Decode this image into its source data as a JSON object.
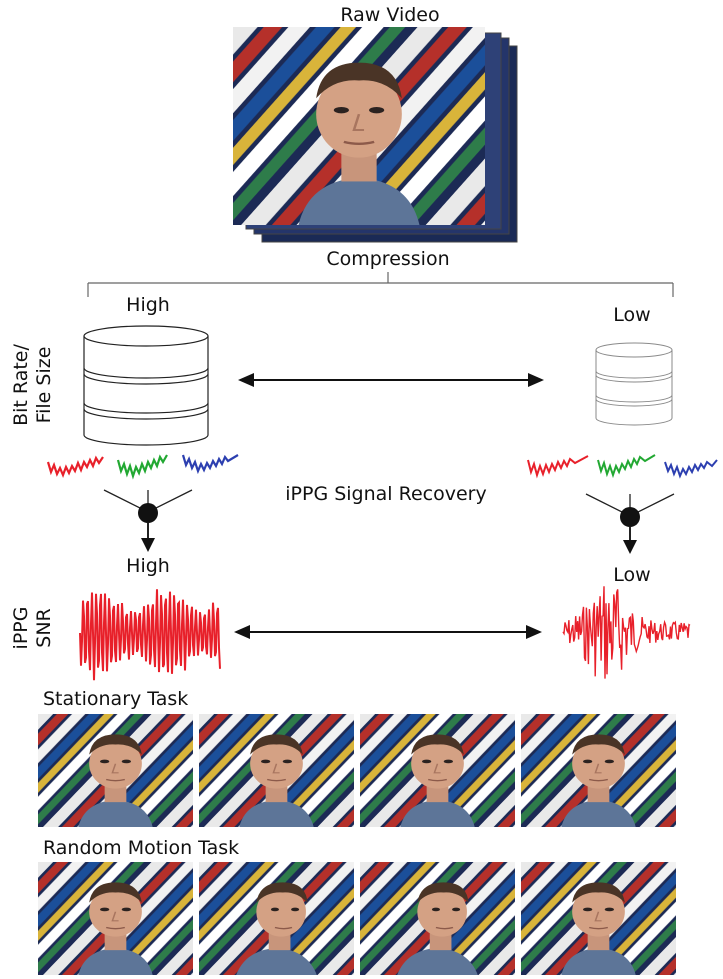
{
  "labels": {
    "raw_video": "Raw Video",
    "compression": "Compression",
    "high_top": "High",
    "low_top": "Low",
    "bitrate_line1": "Bit Rate/",
    "bitrate_line2": "File Size",
    "ippg_recovery": "iPPG Signal Recovery",
    "high_snr": "High",
    "low_snr": "Low",
    "snr_line1": "iPPG",
    "snr_line2": "SNR",
    "stationary": "Stationary Task",
    "random_motion": "Random Motion Task"
  },
  "colors": {
    "red": "#e8202a",
    "green": "#22a832",
    "blue": "#2c3fb0",
    "db_high": "#222222",
    "db_low": "#8a8a8a"
  },
  "stationary_frames": 4,
  "motion_frames": 4
}
